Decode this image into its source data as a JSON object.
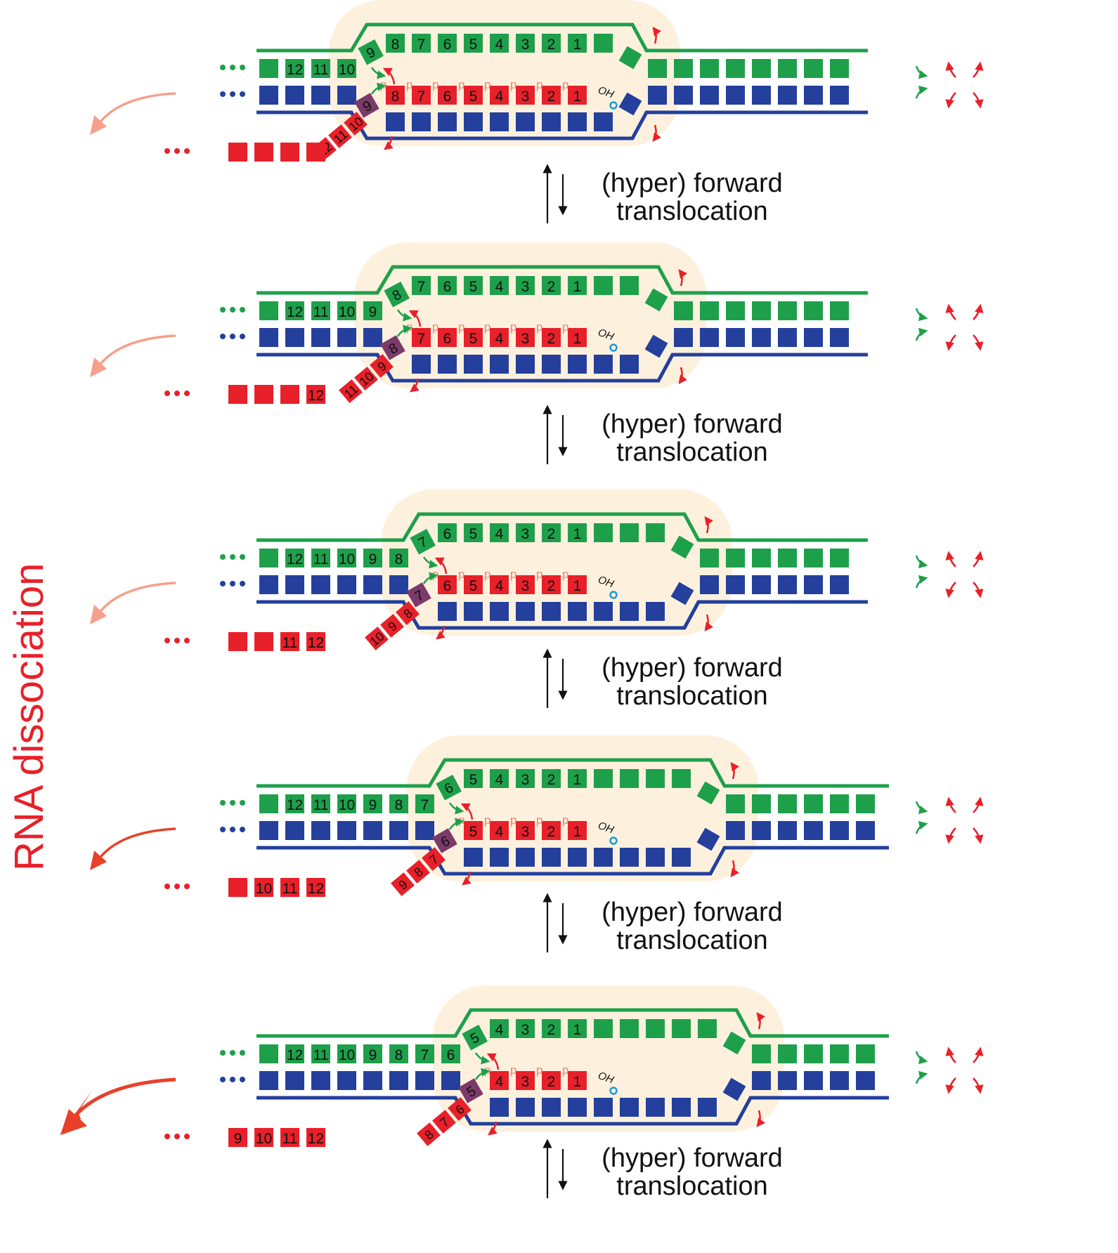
{
  "figure": {
    "side_label": "RNA dissociation",
    "step_label_1": "(hyper) forward",
    "step_label_2": "translocation",
    "oh_label": "OH",
    "phosphate_label": "p",
    "colors": {
      "nontemplate_dna": "#1ea04b",
      "template_dna": "#243f9c",
      "rna": "#e8202a",
      "bubble": "#fdf1de",
      "rna_exit_dark": "#7b3a6a",
      "active_site_ring": "#1d9ad6",
      "dissociation_arrow_light": "#f5a08a",
      "dissociation_arrow_strong": "#e8402a"
    },
    "panels": [
      {
        "nontemplate_in_bubble": [
          "8",
          "7",
          "6",
          "5",
          "4",
          "3",
          "2",
          "1",
          ""
        ],
        "nontemplate_upstream": [
          "",
          "12",
          "11",
          "10"
        ],
        "nontemplate_edge": "9",
        "hybrid_rna": [
          "8",
          "7",
          "6",
          "5",
          "4",
          "3",
          "2",
          "1"
        ],
        "template_exit": "9",
        "rna_exit_tail": [
          "10",
          "11",
          "12"
        ]
      },
      {
        "nontemplate_in_bubble": [
          "7",
          "6",
          "5",
          "4",
          "3",
          "2",
          "1",
          "",
          ""
        ],
        "nontemplate_upstream": [
          "",
          "12",
          "11",
          "10",
          "9"
        ],
        "nontemplate_edge": "8",
        "hybrid_rna": [
          "7",
          "6",
          "5",
          "4",
          "3",
          "2",
          "1"
        ],
        "template_exit": "8",
        "rna_exit_tail": [
          "9",
          "10",
          "11",
          "12"
        ]
      },
      {
        "nontemplate_in_bubble": [
          "6",
          "5",
          "4",
          "3",
          "2",
          "1",
          "",
          "",
          ""
        ],
        "nontemplate_upstream": [
          "",
          "12",
          "11",
          "10",
          "9",
          "8"
        ],
        "nontemplate_edge": "7",
        "hybrid_rna": [
          "6",
          "5",
          "4",
          "3",
          "2",
          "1"
        ],
        "template_exit": "7",
        "rna_exit_tail": [
          "8",
          "9",
          "10",
          "11",
          "12"
        ]
      },
      {
        "nontemplate_in_bubble": [
          "5",
          "4",
          "3",
          "2",
          "1",
          "",
          "",
          "",
          ""
        ],
        "nontemplate_upstream": [
          "",
          "12",
          "11",
          "10",
          "9",
          "8",
          "7"
        ],
        "nontemplate_edge": "6",
        "hybrid_rna": [
          "5",
          "4",
          "3",
          "2",
          "1"
        ],
        "template_exit": "6",
        "rna_exit_tail": [
          "7",
          "8",
          "9",
          "10",
          "11",
          "12"
        ]
      },
      {
        "nontemplate_in_bubble": [
          "4",
          "3",
          "2",
          "1",
          "",
          "",
          "",
          "",
          ""
        ],
        "nontemplate_upstream": [
          "",
          "12",
          "11",
          "10",
          "9",
          "8",
          "7",
          "6"
        ],
        "nontemplate_edge": "5",
        "hybrid_rna": [
          "4",
          "3",
          "2",
          "1"
        ],
        "template_exit": "5",
        "rna_exit_tail": [
          "6",
          "7",
          "8",
          "9",
          "10",
          "11",
          "12"
        ]
      }
    ]
  }
}
